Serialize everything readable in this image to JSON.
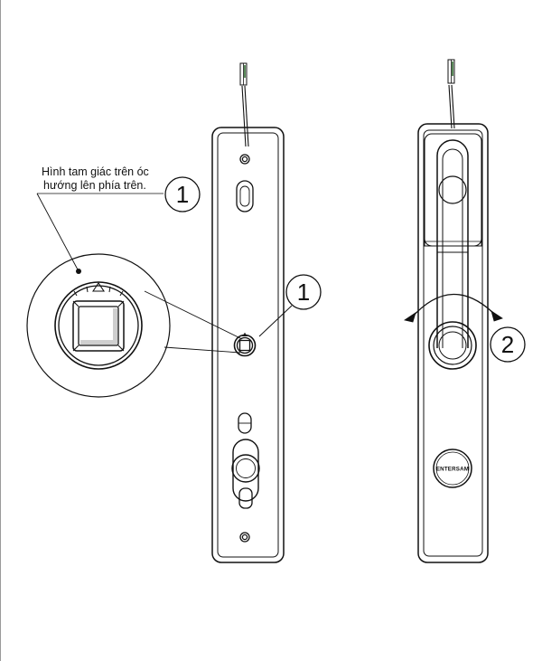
{
  "annotation": {
    "line1": "Hình tam giác trên óc",
    "line2": "hướng lên phía trên."
  },
  "callouts": {
    "step1_label": "1",
    "step1_plate_label": "1",
    "step2_label": "2"
  },
  "brand_badge": {
    "text": "ENTERSAM"
  },
  "colors": {
    "line": "#111111",
    "background": "#ffffff"
  }
}
